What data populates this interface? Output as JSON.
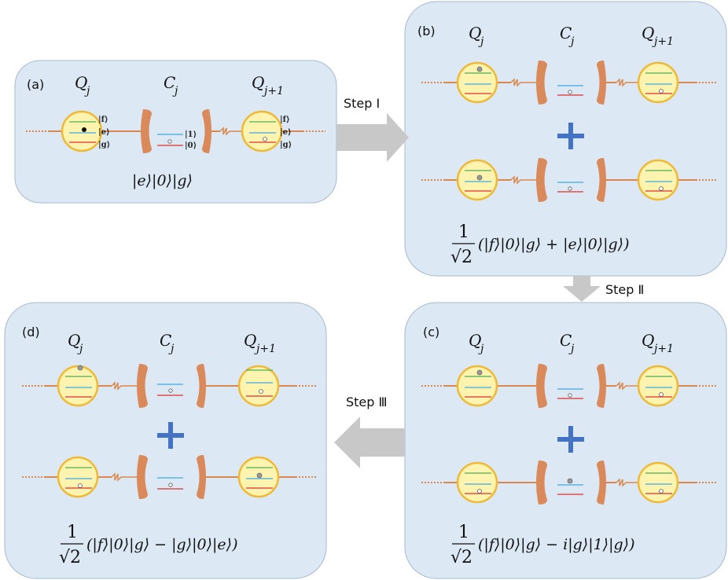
{
  "colors": {
    "panel_fill": "#dce9f5",
    "panel_stroke": "#a7b9ca",
    "arrow": "#c8c8c8",
    "plus": "#4472c4",
    "qubit_core": "#fff3b0",
    "qubit_edge": "#f0b935",
    "mirror": "#d9895a",
    "wire": "#d9894f",
    "level_f": "#4caf50",
    "level_e": "#3fa7e0",
    "level_g": "#e02e2e"
  },
  "panels": {
    "a": {
      "label": "(a)",
      "Q_left": "Q",
      "Q_left_sub": "j",
      "C": "C",
      "C_sub": "j",
      "Q_right": "Q",
      "Q_right_sub": "j+1",
      "ket_f": "|f⟩",
      "ket_e": "|e⟩",
      "ket_g": "|g⟩",
      "ket_1": "|1⟩",
      "ket_0": "|0⟩",
      "ket_f2": "|f⟩",
      "ket_e2": "|e⟩",
      "ket_g2": "|g⟩",
      "state": "|e⟩|0⟩|g⟩"
    },
    "b": {
      "label": "(b)",
      "Q_left": "Q",
      "Q_left_sub": "j",
      "C": "C",
      "C_sub": "j",
      "Q_right": "Q",
      "Q_right_sub": "j+1",
      "plus": "+",
      "frac_num": "1",
      "frac_den": "√2",
      "state": "(|f⟩|0⟩|g⟩ + |e⟩|0⟩|g⟩)"
    },
    "c": {
      "label": "(c)",
      "Q_left": "Q",
      "Q_left_sub": "j",
      "C": "C",
      "C_sub": "j",
      "Q_right": "Q",
      "Q_right_sub": "j+1",
      "plus": "+",
      "frac_num": "1",
      "frac_den": "√2",
      "state": "(|f⟩|0⟩|g⟩ − i|g⟩|1⟩|g⟩)"
    },
    "d": {
      "label": "(d)",
      "Q_left": "Q",
      "Q_left_sub": "j",
      "C": "C",
      "C_sub": "j",
      "Q_right": "Q",
      "Q_right_sub": "j+1",
      "plus": "+",
      "frac_num": "1",
      "frac_den": "√2",
      "state": "(|f⟩|0⟩|g⟩ − |g⟩|0⟩|e⟩)"
    }
  },
  "steps": {
    "step1": "Step Ⅰ",
    "step2": "Step Ⅱ",
    "step3": "Step Ⅲ"
  }
}
